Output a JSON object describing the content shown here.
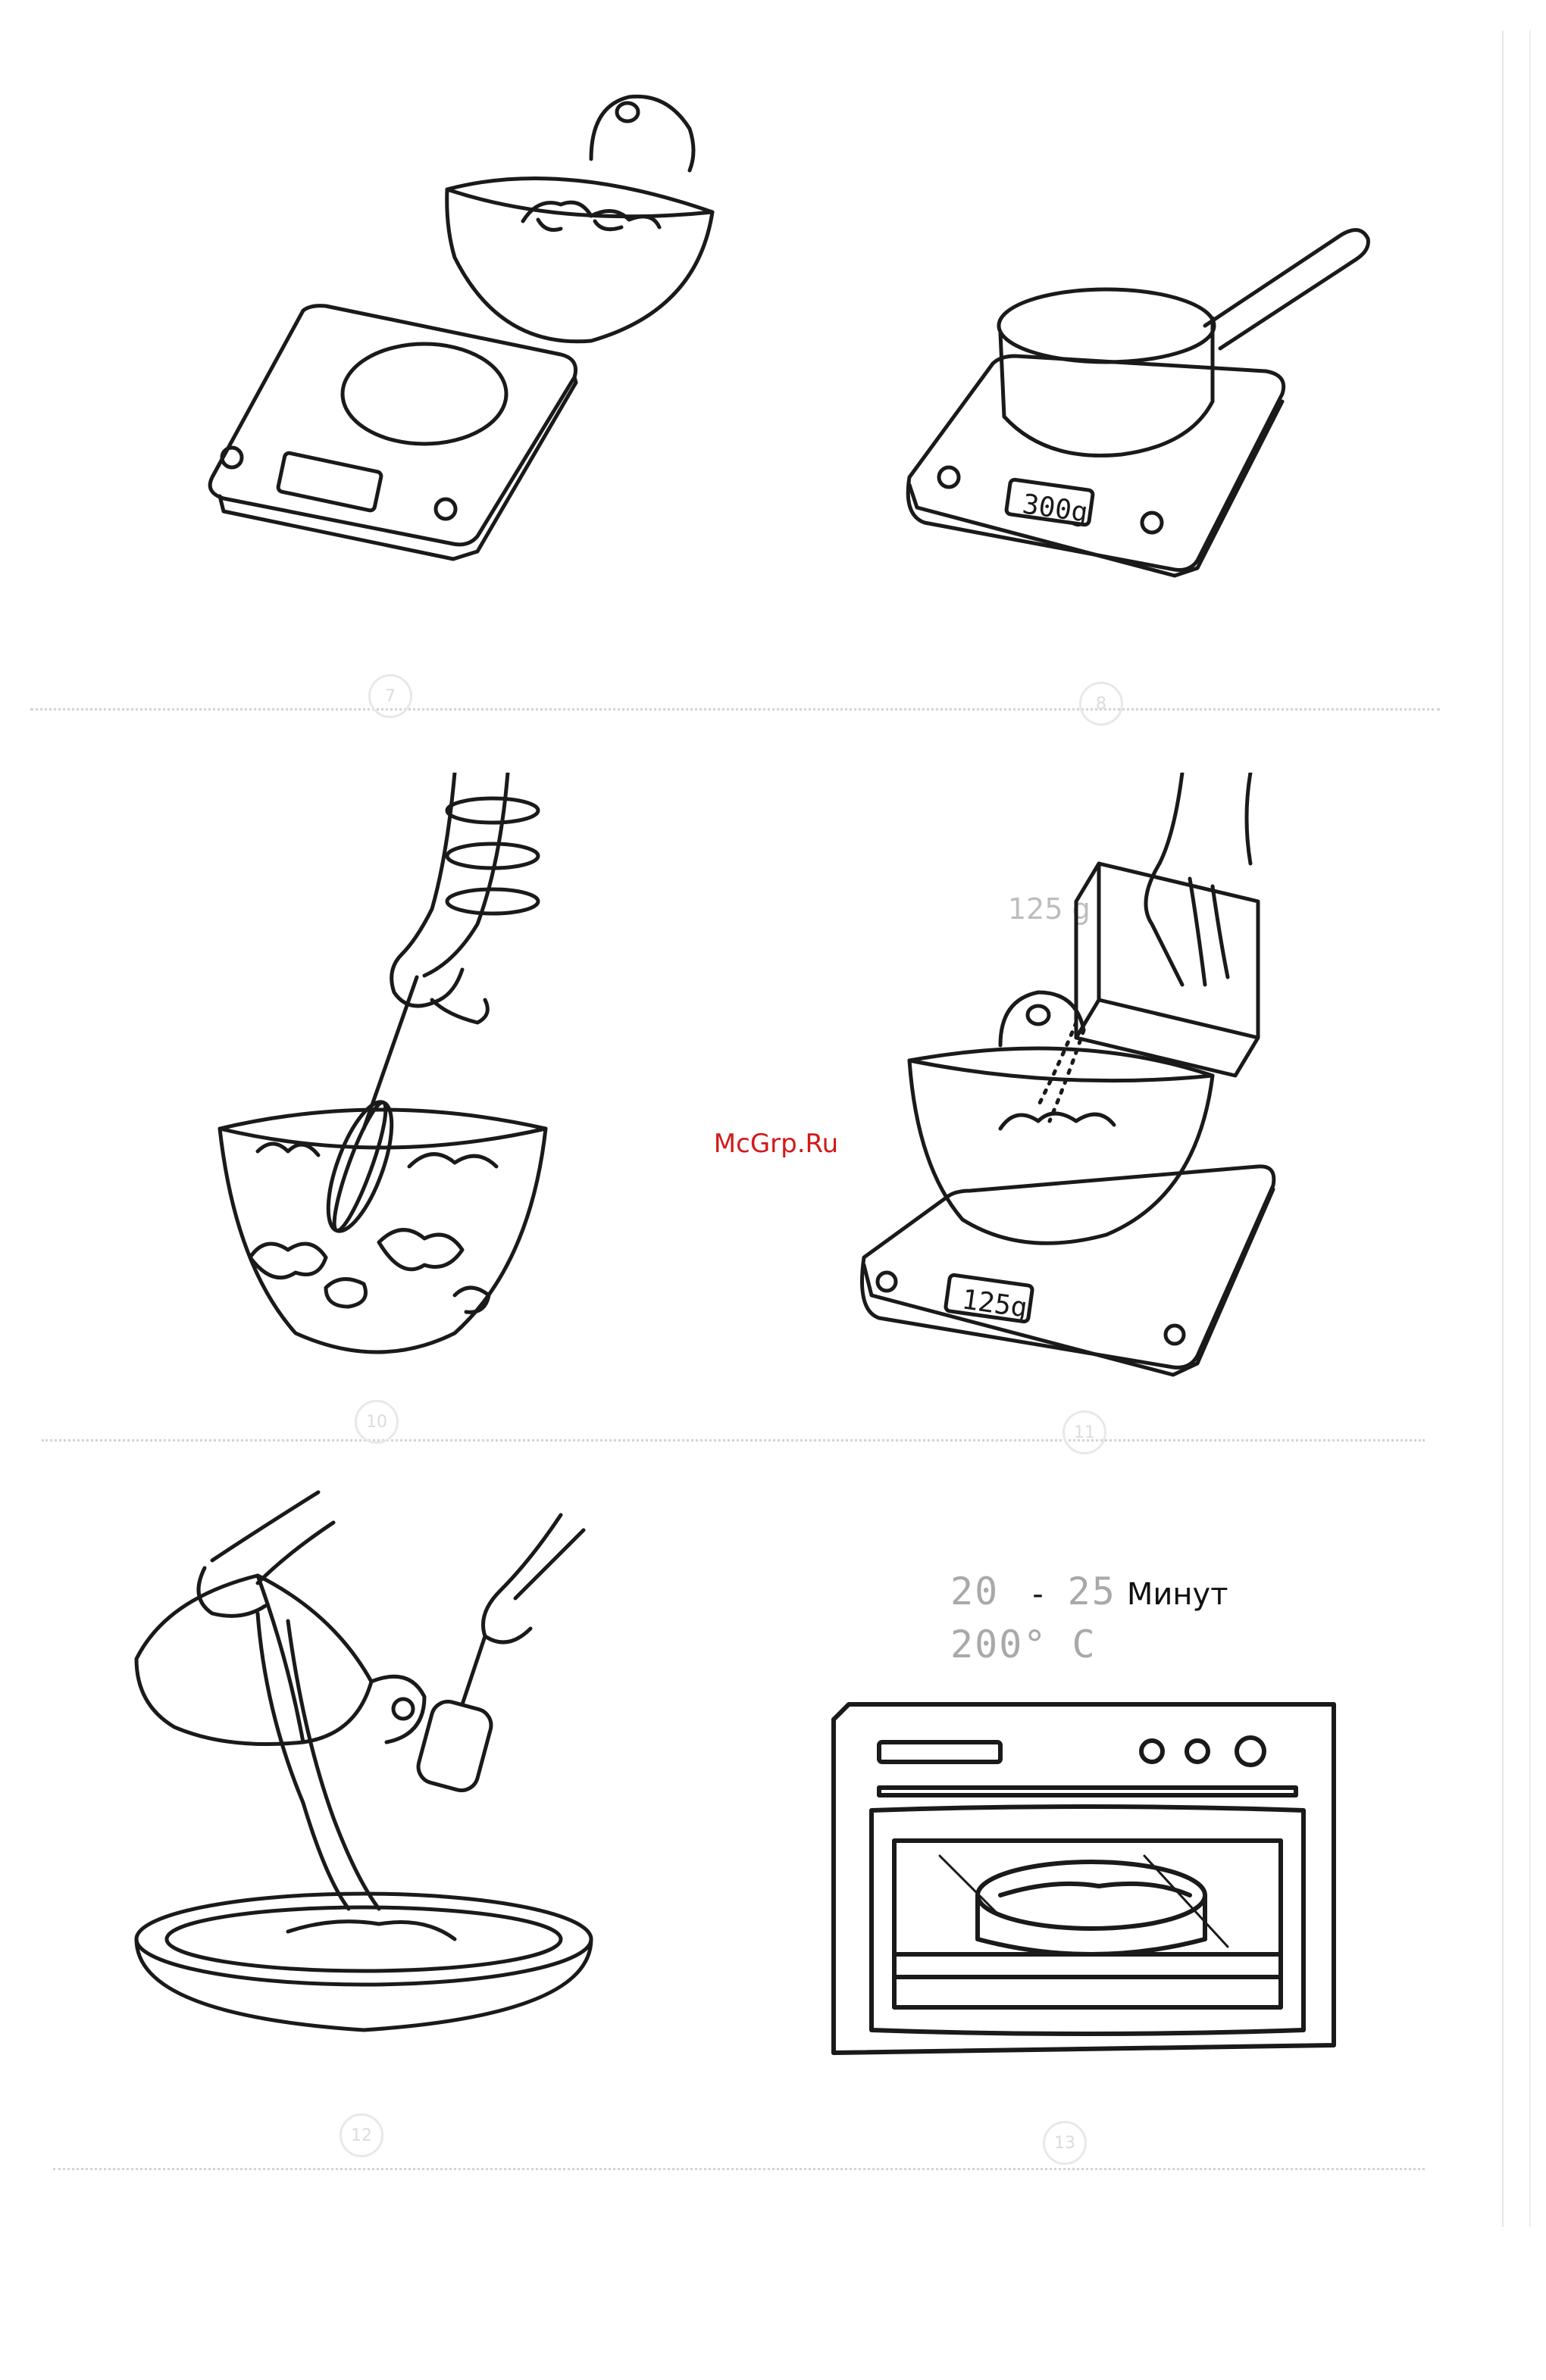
{
  "watermark": "McGrp.Ru",
  "steps": [
    {
      "id": "step-7",
      "number": "7",
      "scale_reading": ""
    },
    {
      "id": "step-8",
      "number": "8",
      "scale_reading": "300g"
    },
    {
      "id": "step-10",
      "number": "10",
      "scale_reading": ""
    },
    {
      "id": "step-11",
      "number": "11",
      "scale_reading": "125g",
      "amount_label": "125 g"
    },
    {
      "id": "step-12",
      "number": "12",
      "scale_reading": ""
    },
    {
      "id": "step-13",
      "number": "13",
      "scale_reading": "",
      "time_from": "20",
      "time_dash": "-",
      "time_to": "25",
      "time_unit": "Минут",
      "temperature": "200° C"
    }
  ],
  "colors": {
    "line": "#1a1a1a",
    "divider": "#d3d3d3",
    "faint": "#bdbdbd",
    "watermark": "#d11a1a"
  }
}
